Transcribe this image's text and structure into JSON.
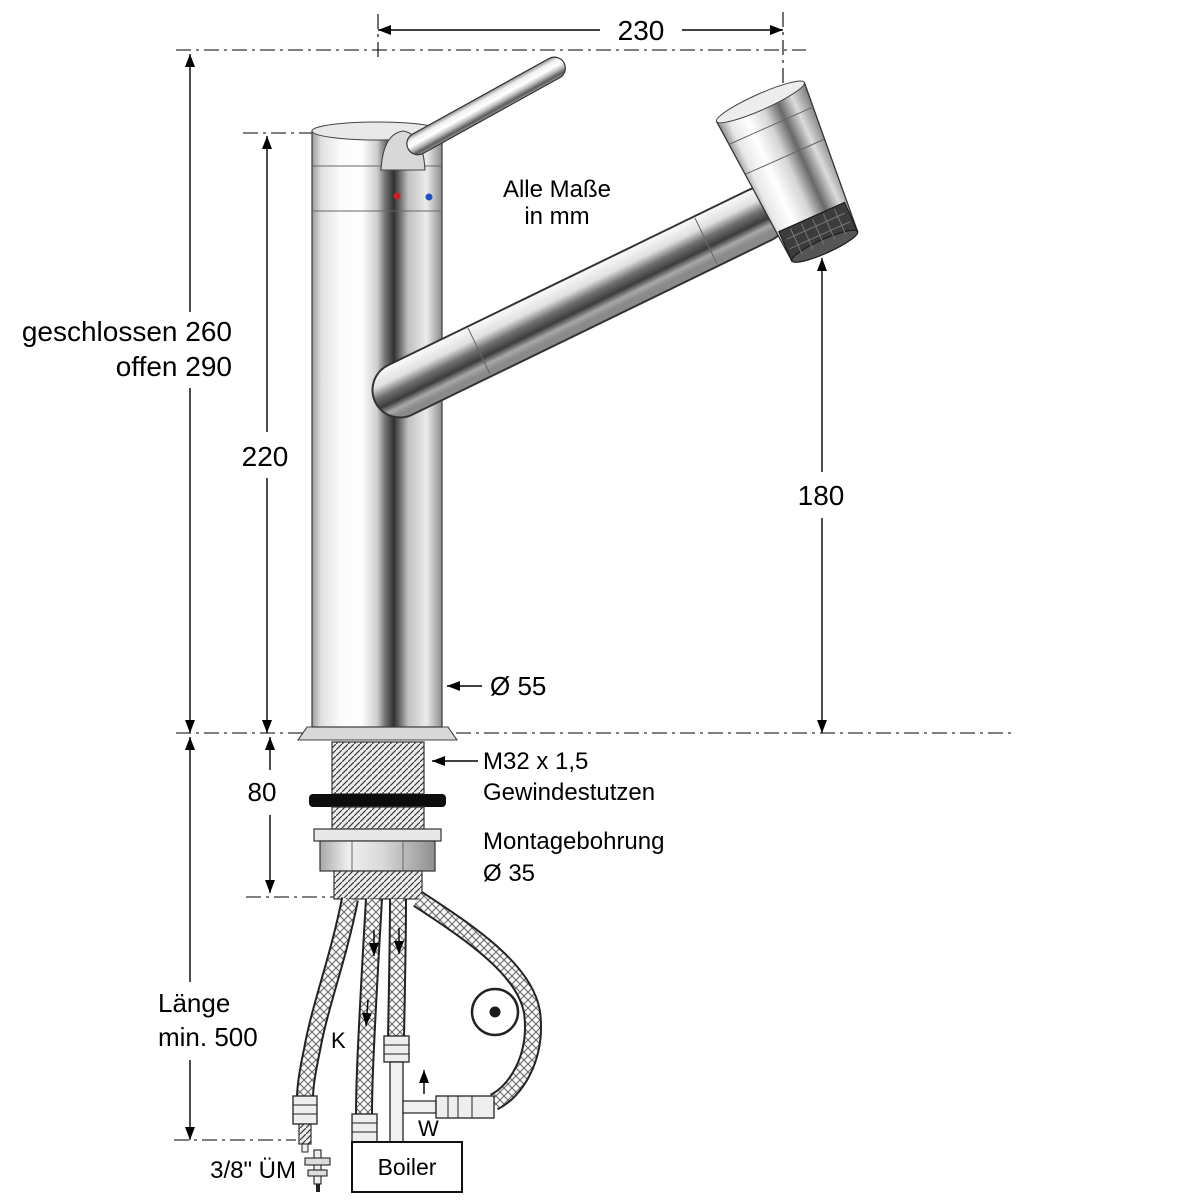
{
  "note": {
    "line1": "Alle Maße",
    "line2": "in mm"
  },
  "dims": {
    "width_top": "230",
    "height_closed": "geschlossen 260",
    "height_open": "offen 290",
    "body_height": "220",
    "outlet_height": "180",
    "base_diameter": "Ø  55",
    "under_counter": "80",
    "thread_line1": "M32 x 1,5",
    "thread_line2": "Gewindestutzen",
    "hole_line1": "Montagebohrung",
    "hole_line2": "Ø 35",
    "hose_line1": "Länge",
    "hose_line2": "min. 500",
    "fitting_size": "3/8\" ÜM"
  },
  "labels": {
    "boiler": "Boiler",
    "cold": "K",
    "warm": "W"
  },
  "colors": {
    "line": "#000000",
    "hot_marker": "#cc2020",
    "cold_marker": "#2050c8",
    "background": "#ffffff",
    "chrome_dark": "#3a3a3a",
    "chrome_light": "#ffffff"
  }
}
